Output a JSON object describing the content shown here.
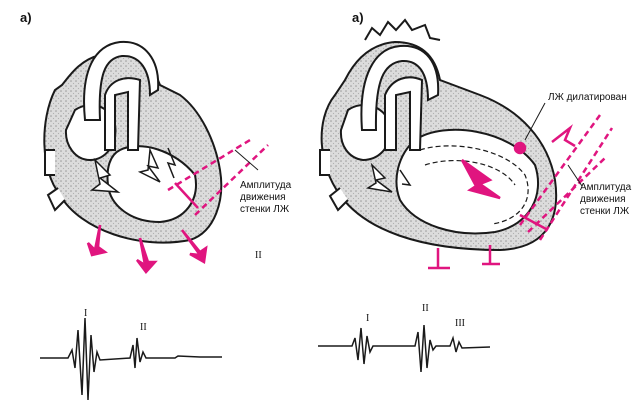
{
  "colors": {
    "accent": "#e0157f",
    "ink": "#1a1a1a",
    "myocardium": "#d4d4d4"
  },
  "left_panel": {
    "letter": "a)",
    "annotation_line1": "Амплитуда",
    "annotation_line2": "движения",
    "annotation_line3": "стенки ЛЖ",
    "trace_labels": [
      "I",
      "II"
    ],
    "side_label": "II"
  },
  "right_panel": {
    "letter": "a)",
    "dilated_label": "ЛЖ дилатирован",
    "annotation_line1": "Амплитуда",
    "annotation_line2": "движения",
    "annotation_line3": "стенки ЛЖ",
    "trace_labels": [
      "I",
      "II",
      "III"
    ]
  }
}
